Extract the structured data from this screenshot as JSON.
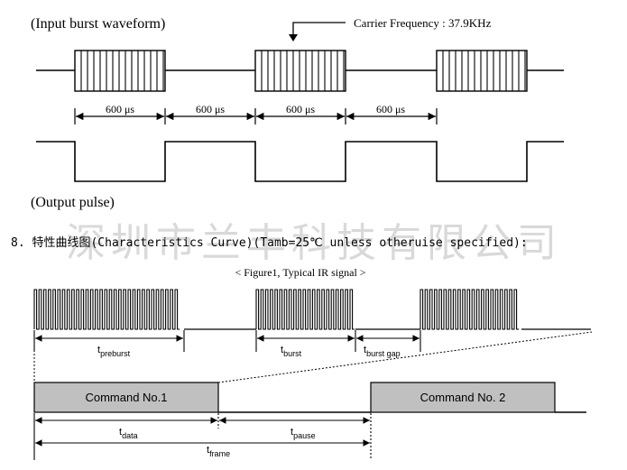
{
  "top_diagram": {
    "input_label": "(Input burst waveform)",
    "carrier_label": "Carrier Frequency : 37.9KHz",
    "interval_labels": [
      "600 μs",
      "600 μs",
      "600 μs",
      "600 μs"
    ],
    "output_label": "(Output pulse)"
  },
  "section_heading": "8. 特性曲线图(Characteristics Curve)(Tamb=25℃ unless otheruise specified):",
  "watermark": "深圳市兰丰科技有限公司",
  "bottom_diagram": {
    "caption": "< Figure1, Typical IR signal >",
    "labels": {
      "t_preburst": {
        "main": "t",
        "sub": "preburst"
      },
      "t_burst": {
        "main": "t",
        "sub": "burst"
      },
      "t_burst_gap": {
        "main": "t",
        "sub": "burst gap"
      },
      "t_data": {
        "main": "t",
        "sub": "data"
      },
      "t_pause": {
        "main": "t",
        "sub": "pause"
      },
      "t_frame": {
        "main": "t",
        "sub": "frame"
      }
    },
    "command_1": "Command No.1",
    "command_2": "Command No. 2"
  },
  "colors": {
    "ink": "#000000",
    "command_fill": "#c0c0c0",
    "watermark": "#d9d9d9"
  }
}
